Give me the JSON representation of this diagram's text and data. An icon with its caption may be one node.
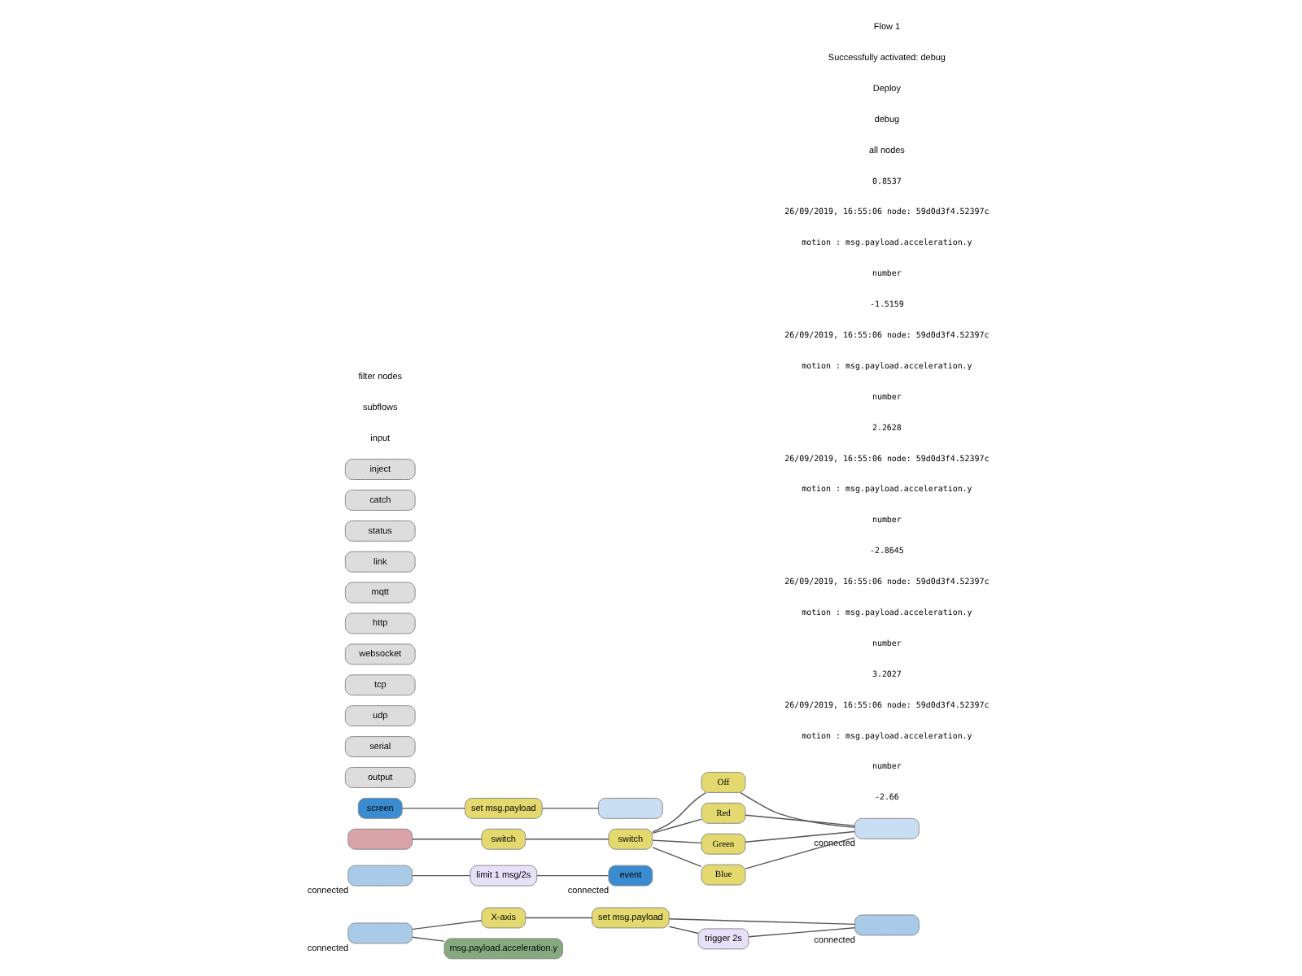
{
  "diagram": {
    "nodes": [
      {
        "text": [],
        "shape": "box",
        "beside": [
          "connected"
        ]
      },
      {
        "text": [
          "X-axis"
        ]
      },
      {
        "text": [
          "set msg.payload"
        ]
      },
      {
        "text": [],
        "shape": "box",
        "beside": [
          "connected"
        ]
      },
      {
        "text": [
          "trigger 2s"
        ]
      },
      {
        "text": [
          "msg.payload.acceleration.y"
        ]
      },
      {
        "text": [],
        "shape": "box",
        "beside": [
          "connected"
        ]
      },
      {
        "text": [
          "limit 1 msg/2s"
        ]
      },
      {
        "text": [
          "event"
        ],
        "beside": [
          "connected"
        ]
      },
      {
        "text": [],
        "shape": "box"
      },
      {
        "text": [
          "switch"
        ]
      },
      {
        "text": [
          "switch"
        ]
      },
      {
        "text": [
          "Off"
        ]
      },
      {
        "text": [
          "Red"
        ]
      },
      {
        "text": [
          "Green"
        ]
      },
      {
        "text": [
          "Blue"
        ]
      },
      {
        "text": [],
        "shape": "box",
        "beside": [
          "connected"
        ]
      },
      {
        "text": [
          "screen"
        ]
      },
      {
        "text": [
          "set msg.payload"
        ]
      },
      {
        "text": [],
        "shape": "box"
      }
    ],
    "edges": [
      {
        "from": 0,
        "to": 1,
        "arrow": "none"
      },
      {
        "from": 1,
        "to": 2,
        "arrow": "none"
      },
      {
        "from": 2,
        "to": 3,
        "arrow": "none"
      },
      {
        "from": 2,
        "to": 4,
        "arrow": "none"
      },
      {
        "from": 4,
        "to": 3,
        "arrow": "none"
      },
      {
        "from": 0,
        "to": 5,
        "arrow": "none"
      },
      {
        "from": 6,
        "to": 7,
        "arrow": "none"
      },
      {
        "from": 7,
        "to": 8,
        "arrow": "none"
      },
      {
        "from": 9,
        "to": 10,
        "arrow": "none"
      },
      {
        "from": 10,
        "to": 11,
        "arrow": "none"
      },
      {
        "from": 11,
        "to": 12,
        "arrow": "none"
      },
      {
        "from": 11,
        "to": 13,
        "arrow": "none"
      },
      {
        "from": 11,
        "to": 14,
        "arrow": "none"
      },
      {
        "from": 11,
        "to": 15,
        "arrow": "none"
      },
      {
        "from": 12,
        "to": 16,
        "arrow": "none"
      },
      {
        "from": 13,
        "to": 16,
        "arrow": "none"
      },
      {
        "from": 14,
        "to": 16,
        "arrow": "none"
      },
      {
        "from": 15,
        "to": 16,
        "arrow": "none"
      },
      {
        "from": 17,
        "to": 18,
        "arrow": "none"
      },
      {
        "from": 18,
        "to": 19,
        "arrow": "none"
      }
    ],
    "labels": [
      "filter nodes",
      "subflows",
      "input",
      "inject",
      "catch",
      "status",
      "link",
      "mqtt",
      "http",
      "websocket",
      "tcp",
      "udp",
      "serial",
      "output",
      "Flow 1",
      "Successfully activated: debug",
      "Deploy",
      "debug",
      "all nodes",
      "0.8537",
      "26/09/2019, 16:55:06 node: 59d0d3f4.52397c",
      "motion : msg.payload.acceleration.y",
      "number",
      "-1.5159",
      "26/09/2019, 16:55:06 node: 59d0d3f4.52397c",
      "motion : msg.payload.acceleration.y",
      "number",
      "2.2628",
      "26/09/2019, 16:55:06 node: 59d0d3f4.52397c",
      "motion : msg.payload.acceleration.y",
      "number",
      "-2.8645",
      "26/09/2019, 16:55:06 node: 59d0d3f4.52397c",
      "motion : msg.payload.acceleration.y",
      "number",
      "3.2027",
      "26/09/2019, 16:55:06 node: 59d0d3f4.52397c",
      "motion : msg.payload.acceleration.y",
      "number",
      "-2.66"
    ]
  }
}
